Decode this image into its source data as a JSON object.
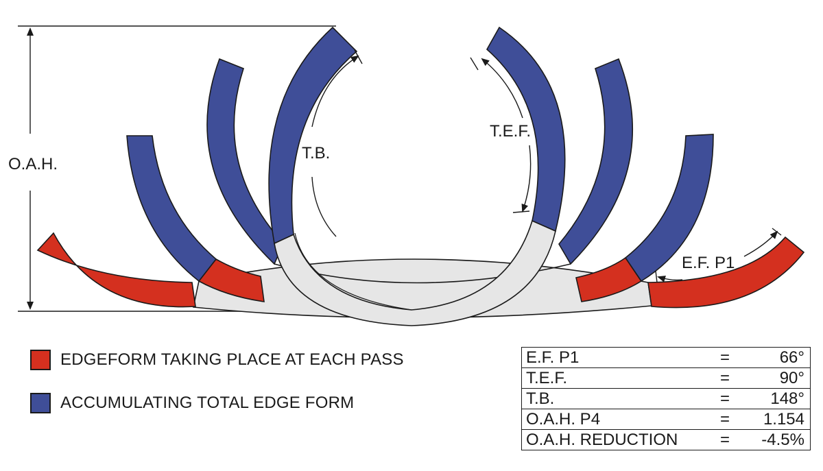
{
  "diagram": {
    "labels": {
      "oah": "O.A.H.",
      "tb": "T.B.",
      "tef": "T.E.F.",
      "efp1": "E.F. P1"
    },
    "colors": {
      "edgeform": "#d4301f",
      "accumulated": "#3f4e98",
      "web": "#e6e6e6",
      "stroke": "#1a1a1a"
    }
  },
  "legend": [
    {
      "label": "EDGEFORM TAKING PLACE AT EACH PASS",
      "color": "#d4301f"
    },
    {
      "label": "ACCUMULATING TOTAL EDGE FORM",
      "color": "#3f4e98"
    }
  ],
  "table": {
    "rows": [
      {
        "label": "E.F. P1",
        "eq": "=",
        "value": "66°"
      },
      {
        "label": "T.E.F.",
        "eq": "=",
        "value": "90°"
      },
      {
        "label": "T.B.",
        "eq": "=",
        "value": "148°"
      },
      {
        "label": "O.A.H. P4",
        "eq": "=",
        "value": "1.154"
      },
      {
        "label": "O.A.H. REDUCTION",
        "eq": "=",
        "value": "-4.5%"
      }
    ]
  }
}
